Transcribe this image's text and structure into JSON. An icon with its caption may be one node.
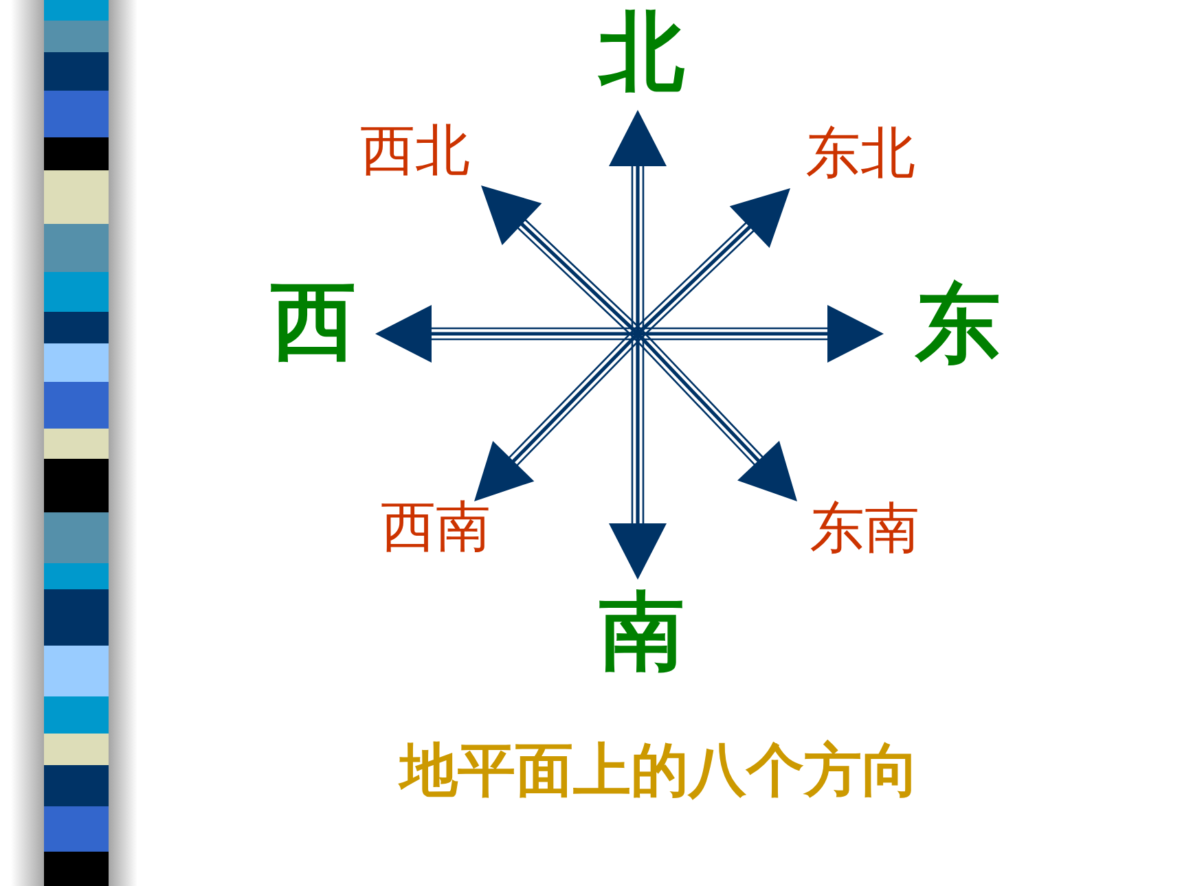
{
  "diagram": {
    "caption": "地平面上的八个方向",
    "nodes": [
      {
        "text": [
          "北"
        ]
      },
      {
        "text": [
          "西北"
        ]
      },
      {
        "text": [
          "东北"
        ]
      },
      {
        "text": [
          "西"
        ]
      },
      {
        "text": [
          "东"
        ]
      },
      {
        "text": [
          "西南"
        ]
      },
      {
        "text": [
          "东南"
        ]
      },
      {
        "text": [
          "南"
        ]
      }
    ],
    "edges": [
      {
        "from": null,
        "to": 0,
        "arrow": "to"
      },
      {
        "from": null,
        "to": 1,
        "arrow": "to"
      },
      {
        "from": null,
        "to": 2,
        "arrow": "to"
      },
      {
        "from": null,
        "to": 3,
        "arrow": "to"
      },
      {
        "from": null,
        "to": 4,
        "arrow": "to"
      },
      {
        "from": null,
        "to": 5,
        "arrow": "to"
      },
      {
        "from": null,
        "to": 6,
        "arrow": "to"
      },
      {
        "from": null,
        "to": 7,
        "arrow": "to"
      }
    ]
  }
}
